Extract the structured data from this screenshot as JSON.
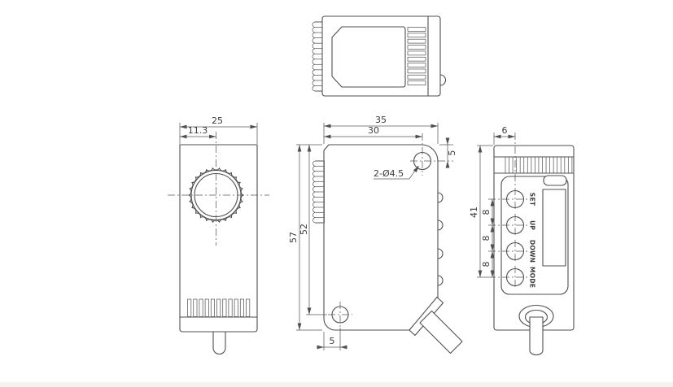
{
  "page": {
    "background": "#ffffff",
    "footer_strip_color": "#f4f4ee"
  },
  "drawing": {
    "line_color": "#4f4f4f",
    "views": {
      "top": {
        "name": "top-view"
      },
      "front": {
        "name": "front-view",
        "dims": {
          "overall_width": "25",
          "lens_center_offset": "11.3"
        }
      },
      "side": {
        "name": "side-view",
        "dims": {
          "overall_width": "35",
          "hole_span": "30",
          "hole_top_offset": "5",
          "mounting_holes": "2-Ø4.5",
          "overall_height": "57",
          "hole_span_vertical": "52",
          "hole_bottom_offset": "5"
        }
      },
      "back": {
        "name": "back-view",
        "dims": {
          "button_column_offset": "6",
          "panel_span": "41",
          "button_pitch_1": "8",
          "button_pitch_2": "8",
          "button_pitch_3": "8"
        },
        "buttons": [
          {
            "label": "SET"
          },
          {
            "label": "UP"
          },
          {
            "label": "DOWN"
          },
          {
            "label": "MODE"
          }
        ]
      }
    }
  }
}
